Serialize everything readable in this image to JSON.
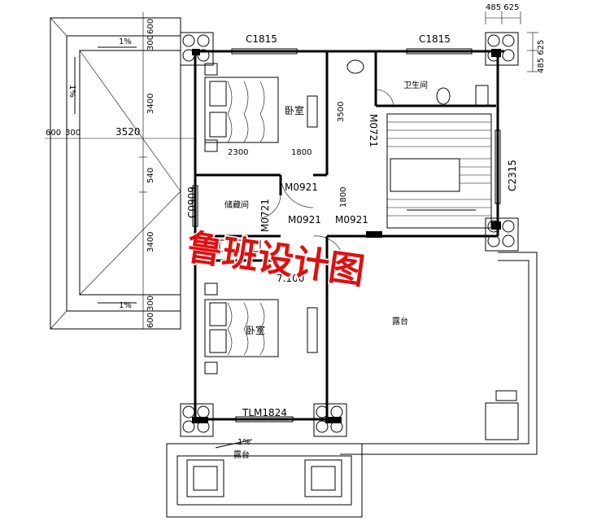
{
  "labels": {
    "window_top_left": "C1815",
    "window_top_right": "C1815",
    "window_right": "C2315",
    "window_left": "C0909",
    "bedroom_top": "卧室",
    "bedroom_bottom": "卧室",
    "bathroom": "卫生间",
    "storage": "储藏间",
    "terrace_right": "露台",
    "terrace_bottom": "露台",
    "door_bath": "M0721",
    "door_storage": "M0721",
    "door_m0921_a": "M0921",
    "door_m0921_b": "M0921",
    "door_m0921_c": "M0921",
    "door_tlm": "TLM1824",
    "elevation": "7.100",
    "slope_bottom": "1%",
    "slope_roof_top": "1%",
    "slope_roof_bottom": "1%",
    "slope_roof_side": "1%"
  },
  "dimensions": {
    "top_485_625": "485 625",
    "right_485_625": "485 625",
    "left_600": "600",
    "left_300_top": "300",
    "left_3400": "3400",
    "left_540": "540",
    "left_3400b": "3400",
    "left_300_bottom": "300",
    "left_600b": "600",
    "horiz_600": "600",
    "horiz_300": "300",
    "horiz_3520": "3520",
    "room_2300": "2300",
    "room_1800": "1800",
    "room_3500": "3500",
    "room_1800v": "1800"
  },
  "watermark": "鲁班设计图"
}
